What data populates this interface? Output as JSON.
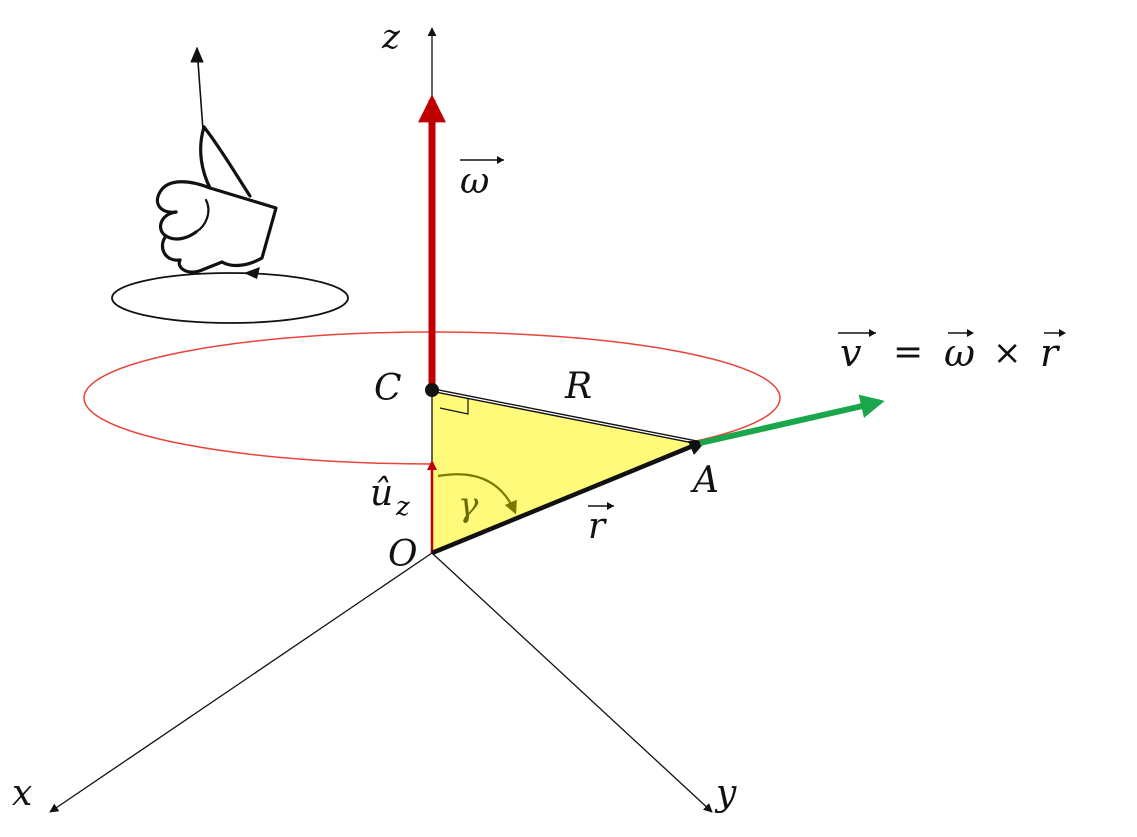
{
  "labels": {
    "x_axis": "x",
    "y_axis": "y",
    "z_axis": "z",
    "omega": "ω",
    "point_C": "C",
    "point_O": "O",
    "point_A": "A",
    "radius": "R",
    "position": "r",
    "unit_vector_base": "û",
    "unit_vector_sub": "z",
    "angle": "γ",
    "velocity_lhs": "v",
    "velocity_rhs_omega": "ω",
    "velocity_rhs_r": "r",
    "equals": "=",
    "cross": "×"
  },
  "colors": {
    "omega_vector": "#c00000",
    "velocity_vector": "#1aa64a",
    "orbit_circle": "#e8443a",
    "triangle_fill": "#fffa7a",
    "angle_arrow": "#7a7a00",
    "ink": "#111111"
  },
  "icons": [
    "right-hand-thumbs-up-icon"
  ]
}
